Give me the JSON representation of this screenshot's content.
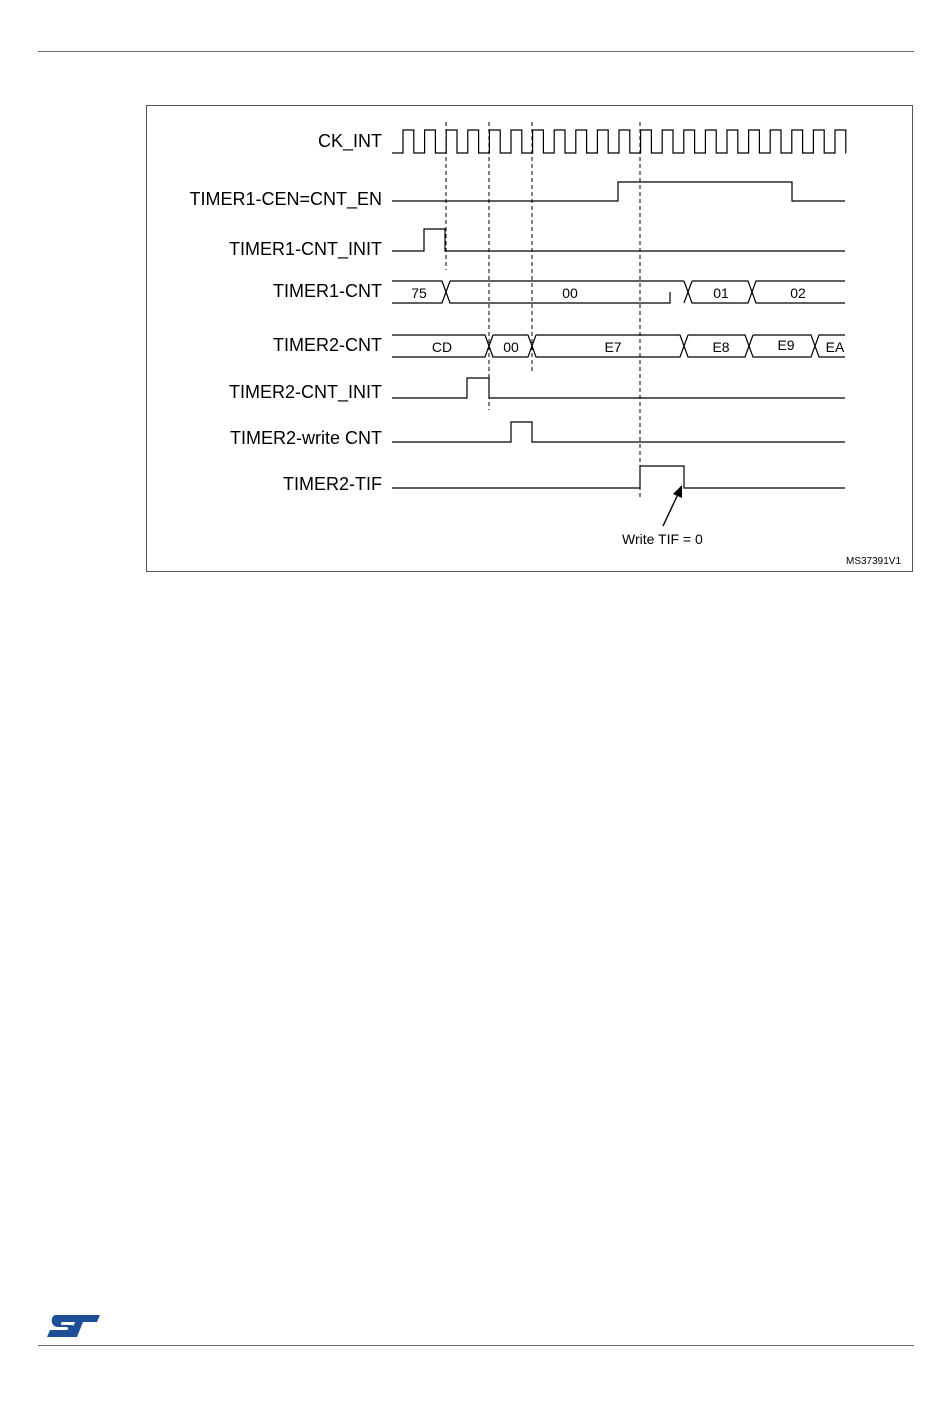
{
  "figure": {
    "signals": [
      {
        "id": "ck_int",
        "label": "CK_INT"
      },
      {
        "id": "t1_cen",
        "label": "TIMER1-CEN=CNT_EN"
      },
      {
        "id": "t1_init",
        "label": "TIMER1-CNT_INIT"
      },
      {
        "id": "t1_cnt",
        "label": "TIMER1-CNT"
      },
      {
        "id": "t2_cnt",
        "label": "TIMER2-CNT"
      },
      {
        "id": "t2_init",
        "label": "TIMER2-CNT_INIT"
      },
      {
        "id": "t2_write",
        "label": "TIMER2-write CNT"
      },
      {
        "id": "t2_tif",
        "label": "TIMER2-TIF"
      }
    ],
    "timer1_cnt_values": [
      "75",
      "00",
      "01",
      "02"
    ],
    "timer2_cnt_values": [
      "CD",
      "00",
      "E7",
      "E8",
      "E9",
      "EA"
    ],
    "annotation": "Write TIF = 0",
    "figure_ref": "MS37391V1"
  },
  "colors": {
    "line": "#000000",
    "frame": "#555555",
    "logo": "#1f4e96"
  },
  "footer": {
    "logo_icon": "st-logo-icon"
  }
}
